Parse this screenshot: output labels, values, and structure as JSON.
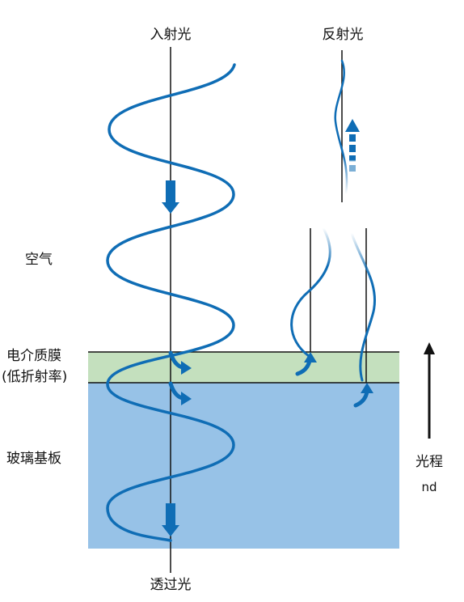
{
  "labels": {
    "incident": "入射光",
    "reflected": "反射光",
    "air": "空气",
    "film_line1": "电介质膜",
    "film_line2": "(低折射率)",
    "substrate": "玻璃基板",
    "transmitted": "透过光",
    "optical_path": "光程",
    "optical_path_sub": "nd"
  },
  "colors": {
    "wave": "#0f6db5",
    "film": "#c4e0be",
    "substrate": "#97c2e7",
    "line": "#111111"
  }
}
